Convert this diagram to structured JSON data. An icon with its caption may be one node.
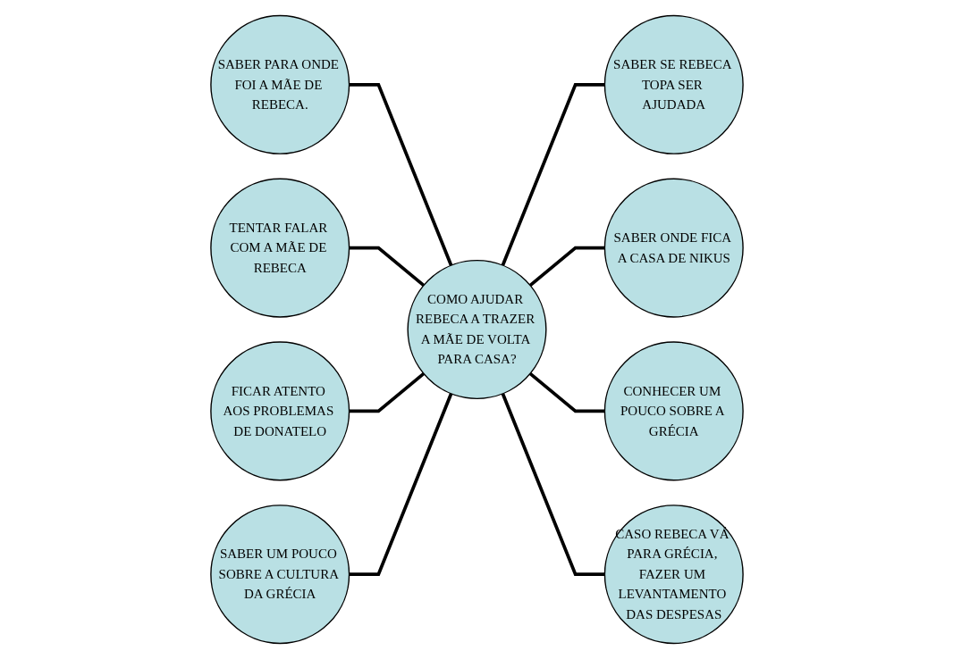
{
  "diagram": {
    "nodes": [
      {
        "text": [
          "SABER PARA ONDE FOI A MÃE DE REBECA."
        ]
      },
      {
        "text": [
          "TENTAR FALAR COM A MÃE DE REBECA"
        ]
      },
      {
        "text": [
          "SABER SE REBECA TOPA SER AJUDADA"
        ]
      },
      {
        "text": [
          "FICAR ATENTO AOS PROBLEMAS DE DONATELO"
        ]
      },
      {
        "text": [
          "COMO AJUDAR REBECA A TRAZER A MÃE DE VOLTA PARA CASA?"
        ]
      },
      {
        "text": [
          "SABER ONDE FICA A CASA DE NIKUS"
        ]
      },
      {
        "text": [
          "SABER UM POUCO SOBRE A CULTURA DA GRÉCIA"
        ]
      },
      {
        "text": [
          "CONHECER UM POUCO SOBRE A GRÉCIA"
        ]
      },
      {
        "text": [
          "CASO REBECA VÁ PARA GRÉCIA, FAZER UM LEVANTAMENTO DAS DESPESAS"
        ]
      }
    ],
    "edges": [
      {
        "from": 0,
        "to": 4,
        "arrow": "none"
      },
      {
        "from": 1,
        "to": 4,
        "arrow": "none"
      },
      {
        "from": 3,
        "to": 4,
        "arrow": "none"
      },
      {
        "from": 6,
        "to": 4,
        "arrow": "none"
      },
      {
        "from": 4,
        "to": 2,
        "arrow": "none"
      },
      {
        "from": 4,
        "to": 5,
        "arrow": "none"
      },
      {
        "from": 4,
        "to": 7,
        "arrow": "none"
      },
      {
        "from": 4,
        "to": 8,
        "arrow": "none"
      }
    ]
  }
}
